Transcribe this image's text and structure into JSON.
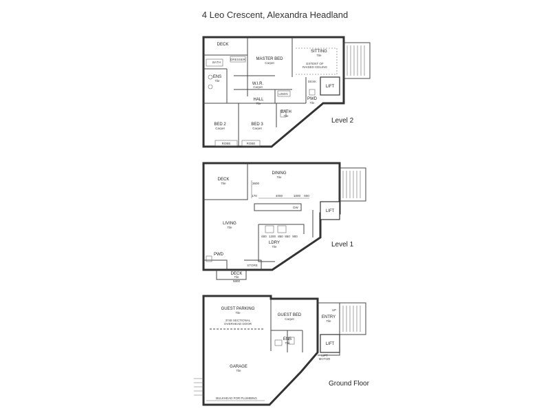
{
  "title": "4 Leo Crescent, Alexandra Headland",
  "levels": {
    "l2": "Level 2",
    "l1": "Level 1",
    "g": "Ground Floor"
  },
  "finish": {
    "tile": "Tile",
    "carpet": "Carpet"
  },
  "level2": {
    "deck": "DECK",
    "master_bed": "MASTER BED",
    "sitting": "SITTING",
    "ens": "ENS",
    "wir": "W.I.R.",
    "hall": "HALL",
    "bed2": "BED 2",
    "bed3": "BED 3",
    "bath": "BATH",
    "pwd": "PWD",
    "lift": "LIFT",
    "linen": "LINEN",
    "dresser": "DRESSER",
    "robe": "ROBE",
    "desk": "DESK",
    "bath_small": "BATH",
    "extent": "EXTENT OF",
    "raised": "RAISED CEILING"
  },
  "level1": {
    "deck": "DECK",
    "dining": "DINING",
    "living": "LIVING",
    "ldry": "LDRY",
    "pwd": "PWD",
    "store": "STORE",
    "lift": "LIFT",
    "deck_lower": "DECK",
    "dw": "DW",
    "dims": [
      "3600",
      "170",
      "4000",
      "1000",
      "600",
      "600",
      "1200",
      "850",
      "850",
      "900",
      "5800"
    ]
  },
  "ground": {
    "guest_parking": "GUEST PARKING",
    "door_note_1": "3748 SECTIONAL",
    "door_note_2": "OVERHEAD DOOR",
    "guest_bed": "GUEST BED",
    "entry": "ENTRY",
    "lift": "LIFT",
    "ens": "ENS",
    "garage": "GARAGE",
    "bulkhead": "BULKHEAD FOR PLUMBING",
    "lift_motor_1": "LIFT",
    "lift_motor_2": "MOTOR",
    "up": "UP"
  }
}
